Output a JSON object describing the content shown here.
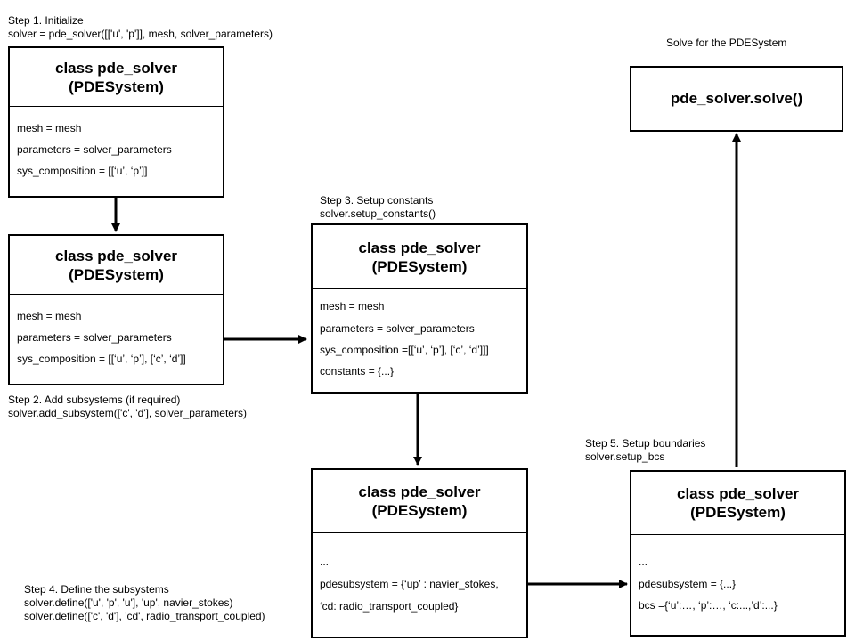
{
  "captions": {
    "step1_title": "Step 1. Initialize",
    "step1_code": "solver = pde_solver([['u', 'p']], mesh, solver_parameters)",
    "step2_title": "Step 2. Add subsystems (if required)",
    "step2_code": "solver.add_subsystem(['c', 'd'], solver_parameters)",
    "step3_title": "Step 3. Setup constants",
    "step3_code": "solver.setup_constants()",
    "step4_title": "Step 4. Define the subsystems",
    "step4_code1": "solver.define(['u', 'p', 'u'], 'up', navier_stokes)",
    "step4_code2": "solver.define(['c', 'd'], 'cd', radio_transport_coupled)",
    "step5_title": "Step 5. Setup boundaries",
    "step5_code": "solver.setup_bcs",
    "solve_title": "Solve for the PDESystem"
  },
  "class_header": {
    "line1": "class pde_solver",
    "line2": "(PDESystem)"
  },
  "box1": {
    "mesh": "mesh = mesh",
    "parameters": "parameters = solver_parameters",
    "sys": "sys_composition = [[‘u’, ‘p’]]"
  },
  "box2": {
    "mesh": "mesh = mesh",
    "parameters": "parameters = solver_parameters",
    "sys": "sys_composition = [[‘u’, ‘p’], [‘c’, ‘d’]]"
  },
  "box3": {
    "mesh": "mesh = mesh",
    "parameters": "parameters = solver_parameters",
    "sys": "sys_composition =[[‘u’, ‘p’], [‘c’, ‘d’]]]",
    "constants": "constants = {...}"
  },
  "box4": {
    "dots": "...",
    "pdesubsystem": "pdesubsystem = {‘up’ : navier_stokes,",
    "cd": "‘cd: radio_transport_coupled}"
  },
  "box5": {
    "dots": "...",
    "pdesubsystem": "pdesubsystem = {...}",
    "bcs": "bcs ={‘u’:…, ‘p’:…, ‘c:...,’d’:...}"
  },
  "solve_box": {
    "label": "pde_solver.solve()"
  }
}
